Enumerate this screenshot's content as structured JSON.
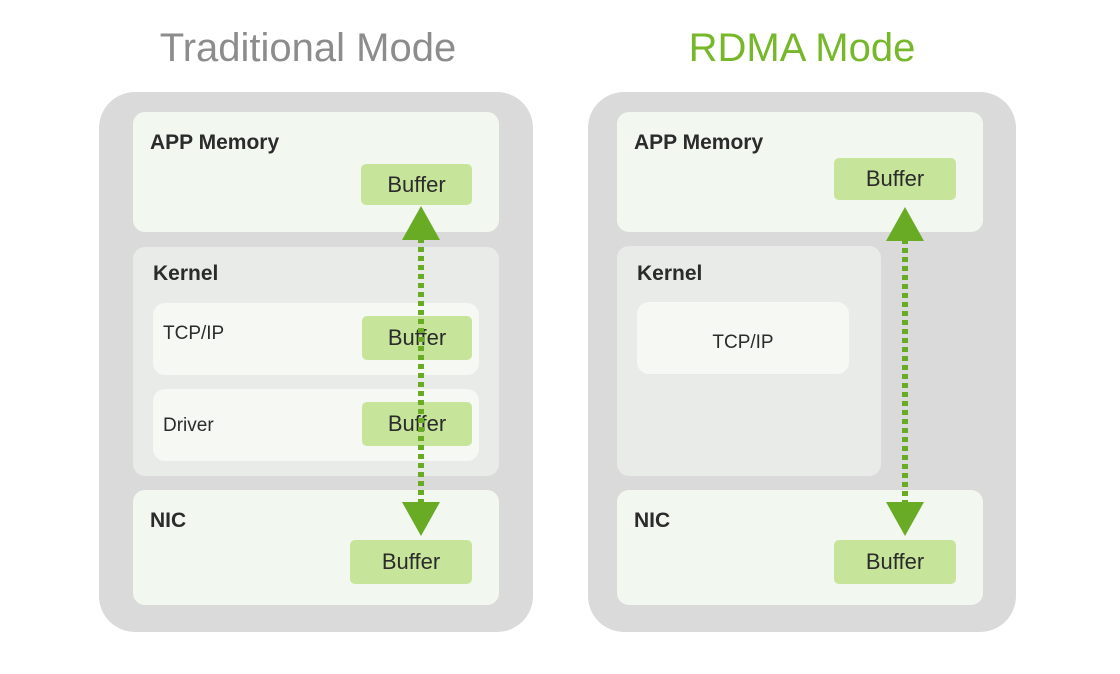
{
  "titles": {
    "traditional": "Traditional Mode",
    "rdma": "RDMA Mode"
  },
  "traditional": {
    "app_memory": "APP Memory",
    "kernel": "Kernel",
    "tcpip": "TCP/IP",
    "driver": "Driver",
    "nic": "NIC",
    "buffer": "Buffer"
  },
  "rdma": {
    "app_memory": "APP Memory",
    "kernel": "Kernel",
    "tcpip": "TCP/IP",
    "nic": "NIC",
    "buffer": "Buffer"
  },
  "colors": {
    "accent": "#76b82a",
    "arrow": "#6aab26",
    "buffer_fill": "#c7e59a",
    "panel": "#dadada",
    "title_gray": "#8c8c8c"
  }
}
